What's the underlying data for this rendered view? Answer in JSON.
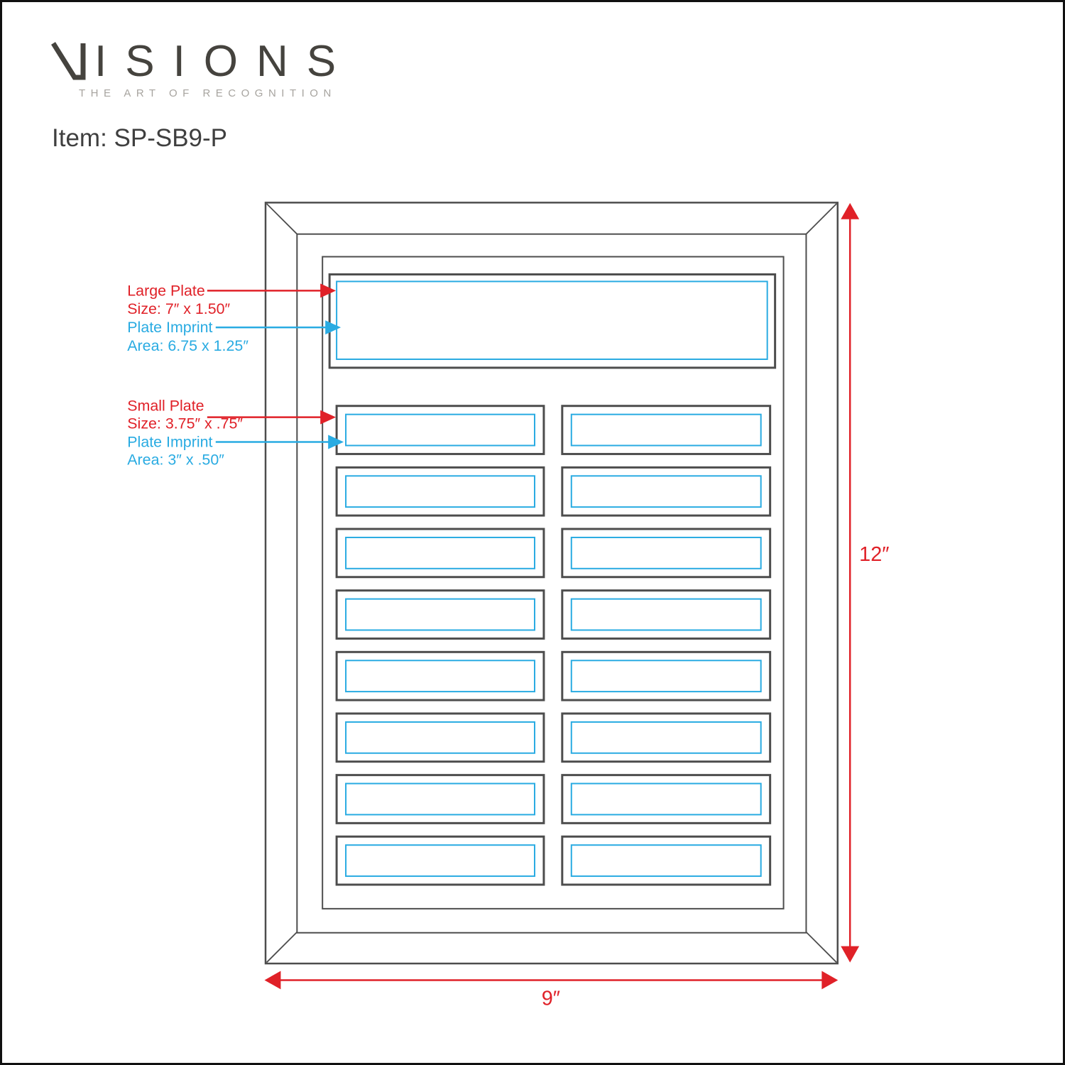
{
  "brand": {
    "logo_text": "VISIONS",
    "logo_rest": "ISIONS",
    "tagline": "THE ART OF RECOGNITION"
  },
  "item": {
    "label": "Item: SP-SB9-P"
  },
  "annotations": {
    "large_plate": {
      "title": "Large Plate",
      "size": "Size: 7″ x 1.50″",
      "imprint_title": "Plate Imprint",
      "imprint_area": "Area: 6.75 x 1.25″"
    },
    "small_plate": {
      "title": "Small Plate",
      "size": "Size: 3.75″ x .75″",
      "imprint_title": "Plate Imprint",
      "imprint_area": "Area: 3″ x .50″"
    }
  },
  "dimensions": {
    "height": "12″",
    "width": "9″"
  },
  "plaque": {
    "large_plates": 1,
    "small_plate_rows": 8,
    "small_plate_columns": 2
  },
  "colors": {
    "red": "#e02128",
    "blue": "#29abe2",
    "line": "#4d4d4d"
  }
}
